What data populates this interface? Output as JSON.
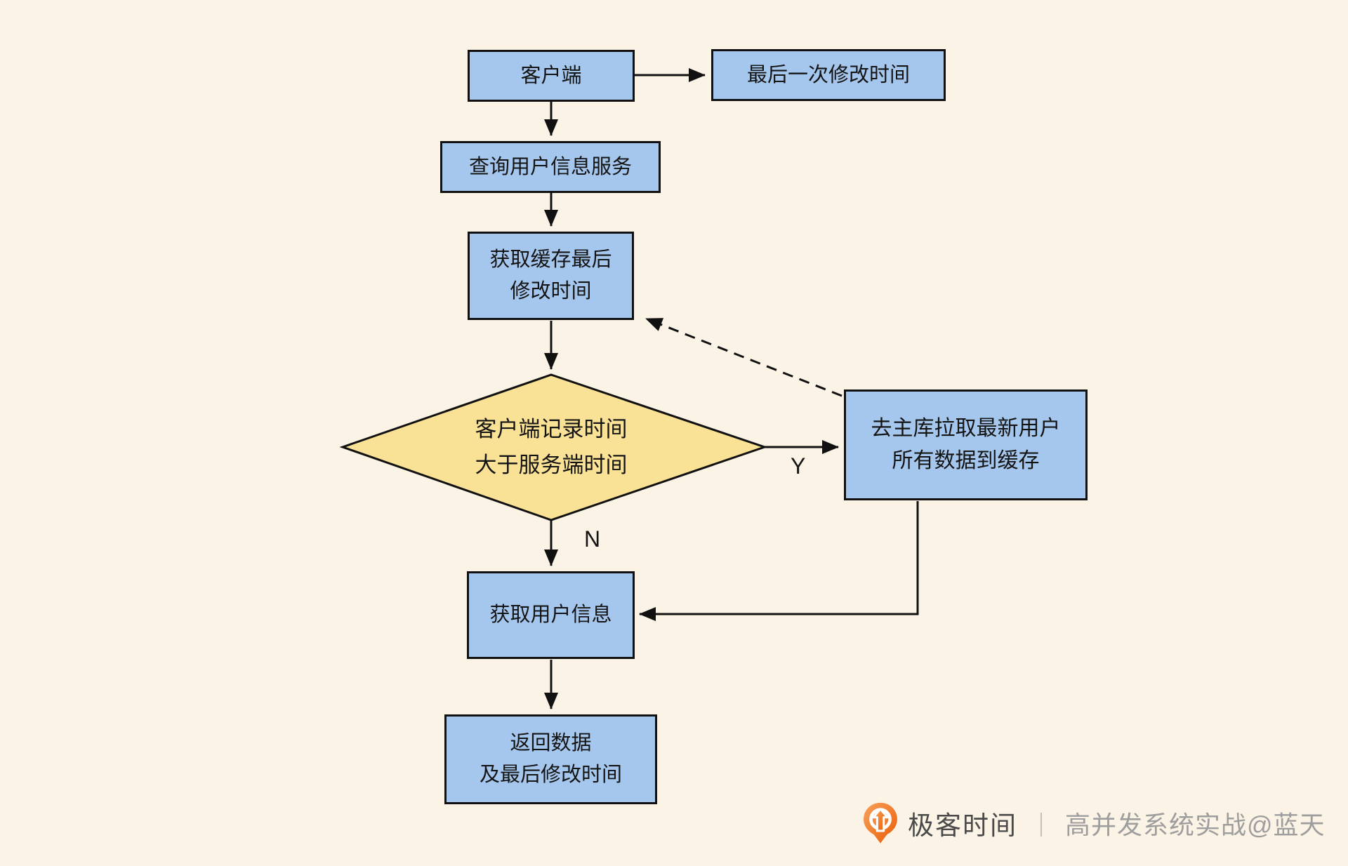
{
  "diagram": {
    "nodes": {
      "client": {
        "label": "客户端"
      },
      "last_modified": {
        "label": "最后一次修改时间"
      },
      "query_service": {
        "label": "查询用户信息服务"
      },
      "get_cache_time": {
        "label": "获取缓存最后\n修改时间"
      },
      "decision": {
        "label": "客户端记录时间\n大于服务端时间"
      },
      "pull_master": {
        "label": "去主库拉取最新用户\n所有数据到缓存"
      },
      "get_user_info": {
        "label": "获取用户信息"
      },
      "return_data": {
        "label": "返回数据\n及最后修改时间"
      }
    },
    "edge_labels": {
      "yes": "Y",
      "no": "N"
    }
  },
  "footer": {
    "brand": "极客时间",
    "divider": "｜",
    "watermark": "高并发系统实战@蓝天"
  },
  "colors": {
    "background": "#FBF3E5",
    "node_fill": "#A6C7ED",
    "node_border": "#111111",
    "decision_fill": "#F9E196",
    "line": "#111111",
    "text": "#141414",
    "brand_text": "#4A4A4A",
    "watermark_text": "#9E9E9E",
    "divider": "#ADADAD",
    "brand_orange_1": "#F8A15B",
    "brand_orange_2": "#E95D04"
  }
}
